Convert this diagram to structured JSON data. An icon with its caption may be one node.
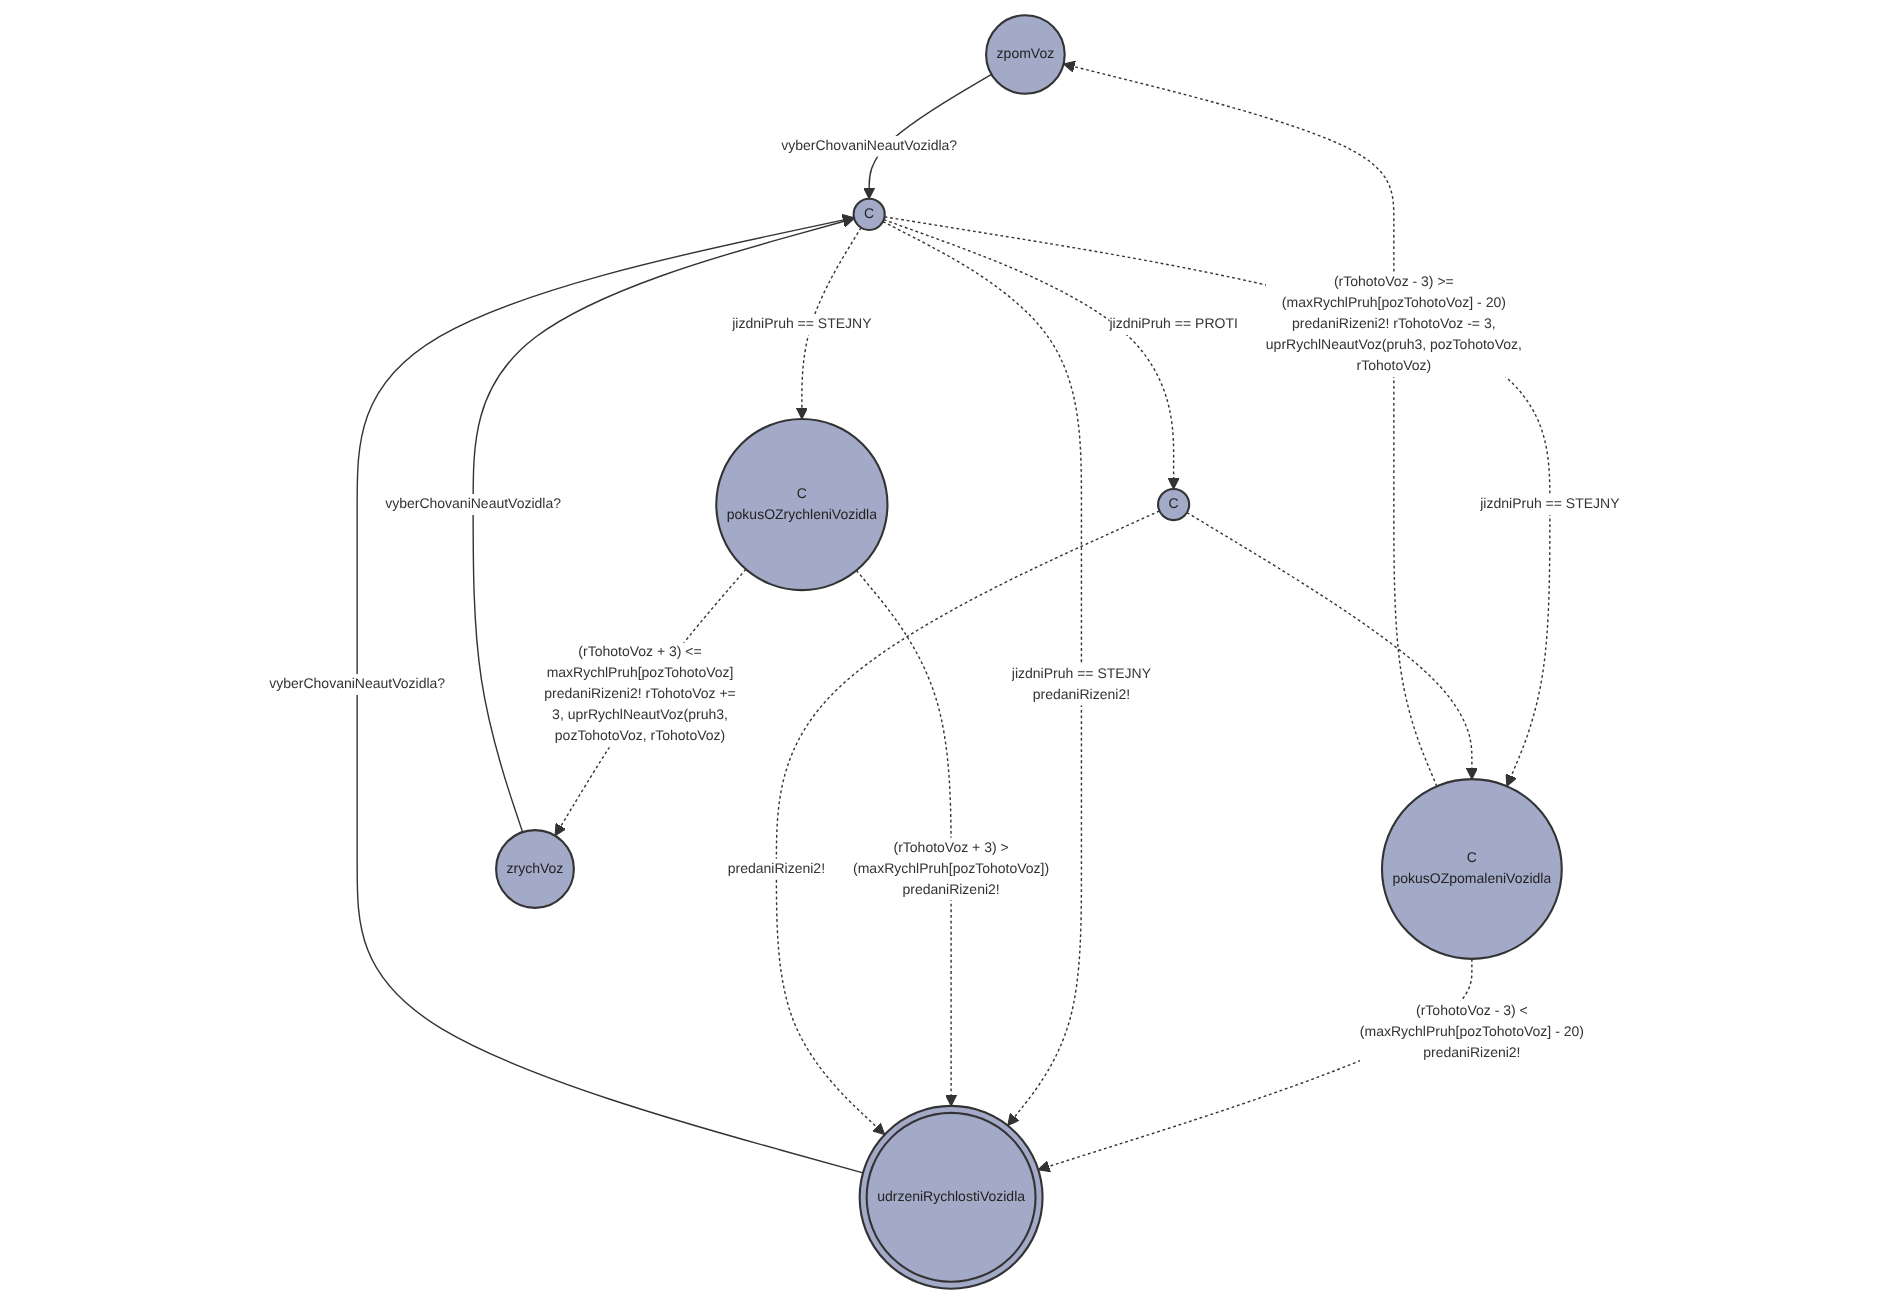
{
  "diagram": {
    "nodes": [
      {
        "text": [
          "zpomVoz"
        ]
      },
      {
        "text": [
          "C",
          "pokusOZpomaleniVozidla"
        ]
      },
      {
        "text": [
          "udrzeniRychlostiVozidla"
        ]
      },
      {
        "text": [
          "C"
        ]
      },
      {
        "text": [
          "C",
          "pokusOZrychleniVozidla"
        ]
      },
      {
        "text": [
          "zrychVoz"
        ]
      },
      {
        "text": [
          "C"
        ]
      }
    ],
    "edges": [
      {
        "from": 1,
        "to": 0,
        "arrow": "to",
        "style": "dashed",
        "label": "(rTohotoVoz - 3) >= (maxRychlPruh[pozTohotoVoz] - 20) predaniRizeni2! rTohotoVoz -= 3, uprRychlNeautVoz(pruh3, pozTohotoVoz, rTohotoVoz)"
      },
      {
        "from": 0,
        "to": 3,
        "arrow": "to",
        "label": "vyberChovaniNeautVozidla?"
      },
      {
        "from": 3,
        "to": 1,
        "arrow": "to",
        "style": "dashed",
        "label": "jizdniPruh == STEJNY"
      },
      {
        "from": 1,
        "to": 2,
        "arrow": "to",
        "style": "dashed",
        "label": "(rTohotoVoz - 3) < (maxRychlPruh[pozTohotoVoz] - 20) predaniRizeni2!"
      },
      {
        "from": 2,
        "to": 3,
        "arrow": "to",
        "label": "vyberChovaniNeautVozidla?"
      },
      {
        "from": 3,
        "to": 2,
        "arrow": "to",
        "style": "dashed",
        "label": "jizdniPruh == STEJNY predaniRizeni2!"
      },
      {
        "from": 4,
        "to": 2,
        "arrow": "to",
        "style": "dashed",
        "label": "(rTohotoVoz + 3) > (maxRychlPruh[pozTohotoVoz]) predaniRizeni2!"
      },
      {
        "from": 3,
        "to": 4,
        "arrow": "to",
        "style": "dashed",
        "label": "jizdniPruh == STEJNY"
      },
      {
        "from": 4,
        "to": 5,
        "arrow": "to",
        "style": "dashed",
        "label": "(rTohotoVoz + 3) <= maxRychlPruh[pozTohotoVoz] predaniRizeni2! rTohotoVoz += 3, uprRychlNeautVoz(pruh3, pozTohotoVoz, rTohotoVoz)"
      },
      {
        "from": 5,
        "to": 3,
        "arrow": "to",
        "label": "vyberChovaniNeautVozidla?"
      },
      {
        "from": 3,
        "to": 6,
        "arrow": "to",
        "style": "dashed",
        "label": "jizdniPruh == PROTI"
      },
      {
        "from": 6,
        "to": 2,
        "arrow": "to",
        "style": "dashed",
        "label": "predaniRizeni2!"
      },
      {
        "from": 6,
        "to": 1,
        "arrow": "to",
        "style": "dashed"
      }
    ]
  }
}
